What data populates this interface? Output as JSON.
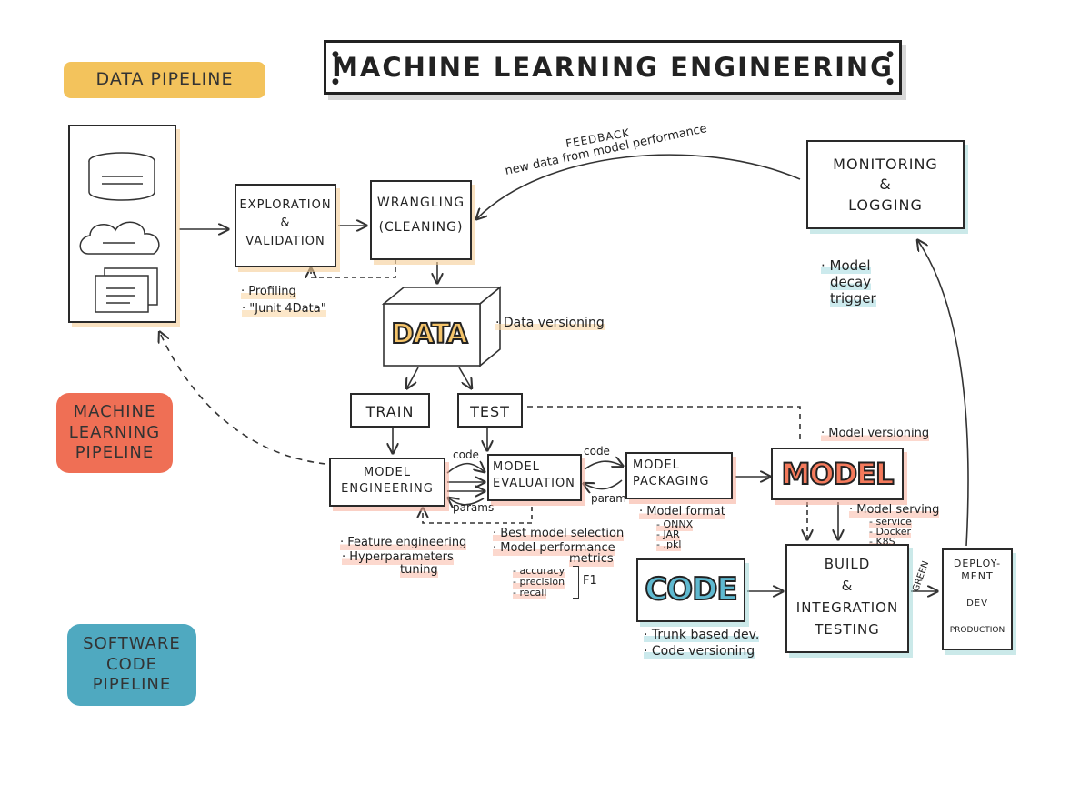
{
  "title": "MACHINE LEARNING ENGINEERING",
  "legend": {
    "data_pipeline": "DATA PIPELINE",
    "ml_pipeline": "MACHINE\nLEARNING\nPIPELINE",
    "code_pipeline": "SOFTWARE\nCODE\nPIPELINE"
  },
  "colors": {
    "data_orange": "#f3c35c",
    "ml_red": "#ef6f55",
    "code_teal": "#4fa9c0",
    "model_fill": "#f47a5c",
    "code_fill": "#5fb9d0",
    "data_fill": "#f5c46a"
  },
  "nodes": {
    "exploration": "EXPLORATION\n&\nVALIDATION",
    "wrangling": "WRANGLING\n(CLEANING)",
    "data": "DATA",
    "train": "TRAIN",
    "test": "TEST",
    "model_engineering": "MODEL\nENGINEERING",
    "model_evaluation": "MODEL\nEVALUATION",
    "model_packaging": "MODEL\nPACKAGING",
    "model": "MODEL",
    "code": "CODE",
    "build": "BUILD\n&\nINTEGRATION\nTESTING",
    "deployment": "DEPLOY-\nMENT",
    "deployment_dev": "DEV",
    "deployment_prod": "PRODUCTION",
    "monitoring": "MONITORING\n&\nLOGGING"
  },
  "edge_labels": {
    "feedback": "FEEDBACK",
    "feedback_sub": "new data from model performance",
    "code_1": "code",
    "params_1": "params",
    "code_2": "code",
    "param_2": "param",
    "green": "GREEN"
  },
  "notes": {
    "profiling": "· Profiling",
    "junit": "· \"Junit 4Data\"",
    "data_versioning": "· Data versioning",
    "feature_eng": "· Feature engineering",
    "hyperparams": "· Hyperparameters",
    "tuning": "tuning",
    "best_model": "· Best model selection",
    "model_perf": "· Model performance",
    "metrics": "metrics",
    "accuracy": "- accuracy",
    "precision": "- precision",
    "recall": "- recall",
    "f1": "F1",
    "model_format": "· Model format",
    "onnx": "- ONNX",
    "jar": "- JAR",
    "pkl": "- .pkl",
    "model_versioning": "· Model versioning",
    "model_serving": "· Model serving",
    "service": "- service",
    "docker": "- Docker",
    "k8s": "- K8S",
    "trunk": "· Trunk based dev.",
    "code_versioning": "· Code versioning",
    "decay_1": "· Model",
    "decay_2": "decay",
    "decay_3": "trigger"
  }
}
